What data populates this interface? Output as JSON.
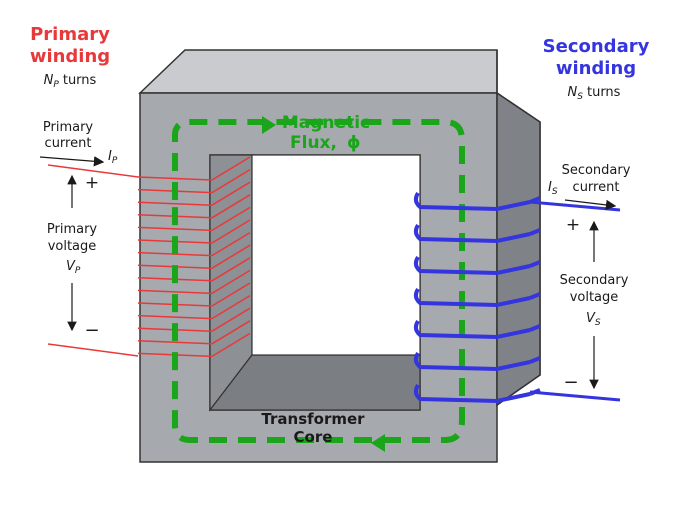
{
  "colors": {
    "primary": "#e8393a",
    "secondary": "#3535e0",
    "flux": "#1aa51a",
    "core_front": "#a6a9ad",
    "core_top": "#c9cbce",
    "core_side": "#7f8387",
    "core_inner": "#8d9094",
    "text": "#1a1a1a"
  },
  "primary": {
    "title_line1": "Primary",
    "title_line2": "winding",
    "turns_sym": "N",
    "turns_sub": "P",
    "turns_word": "turns",
    "current_line1": "Primary",
    "current_line2": "current",
    "current_sym": "I",
    "current_sub": "P",
    "plus": "+",
    "minus": "−",
    "voltage_line1": "Primary",
    "voltage_line2": "voltage",
    "voltage_sym": "V",
    "voltage_sub": "P"
  },
  "secondary": {
    "title_line1": "Secondary",
    "title_line2": "winding",
    "turns_sym": "N",
    "turns_sub": "S",
    "turns_word": "turns",
    "current_line1": "Secondary",
    "current_line2": "current",
    "current_sym": "I",
    "current_sub": "S",
    "plus": "+",
    "minus": "−",
    "voltage_line1": "Secondary",
    "voltage_line2": "voltage",
    "voltage_sym": "V",
    "voltage_sub": "S"
  },
  "flux": {
    "line1": "Magnetic",
    "line2": "Flux,",
    "symbol": "ϕ"
  },
  "core": {
    "line1": "Transformer",
    "line2": "Core"
  }
}
